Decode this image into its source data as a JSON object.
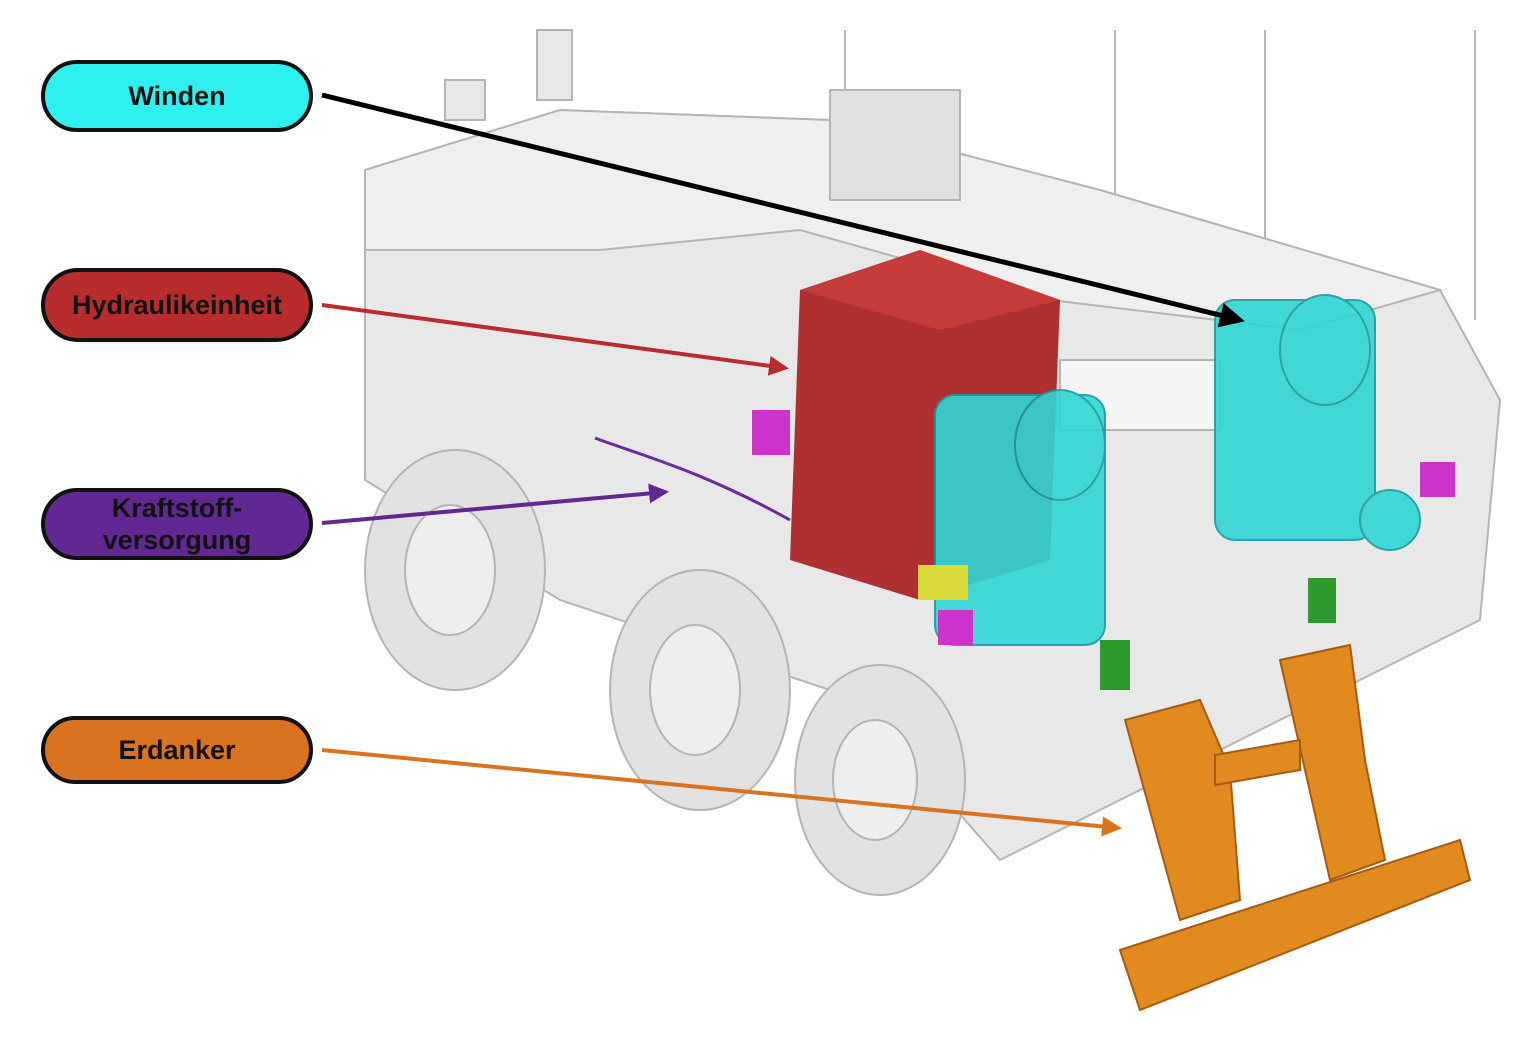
{
  "labels": {
    "winden": "Winden",
    "hydraulik": "Hydraulikeinheit",
    "kraftstoff_line1": "Kraftstoff-",
    "kraftstoff_line2": "versorgung",
    "erdanker": "Erdanker"
  },
  "colors": {
    "winden": "#2ef0ee",
    "hydraulik": "#b82c2e",
    "kraftstoff": "#612893",
    "erdanker": "#d9731f",
    "vehicle": "#e6e6e6"
  }
}
